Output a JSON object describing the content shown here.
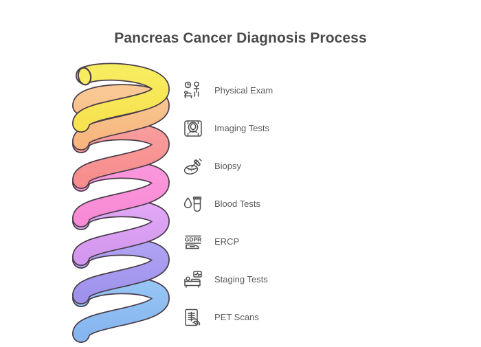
{
  "page": {
    "title": "Pancreas Cancer Diagnosis Process",
    "background_color": "#ffffff",
    "title_color": "#4a4a4a",
    "label_color": "#5a5a5a"
  },
  "spiral": {
    "name": "descending-coil-spiral",
    "turns": 7,
    "outline_color": "#4a3d4a",
    "colors": [
      "#F7EC5F",
      "#F9BE87",
      "#F79191",
      "#F98ED8",
      "#DB9EF2",
      "#A79BF0",
      "#8EBDF2"
    ]
  },
  "steps": [
    {
      "label": "Physical Exam",
      "icon": "doctor-patient-exam-icon"
    },
    {
      "label": "Imaging Tests",
      "icon": "ct-scanner-icon"
    },
    {
      "label": "Biopsy",
      "icon": "syringe-petri-dish-icon"
    },
    {
      "label": "Blood Tests",
      "icon": "blood-drop-test-tube-icon"
    },
    {
      "label": "ERCP",
      "icon": "gdpr-document-icon"
    },
    {
      "label": "Staging Tests",
      "icon": "hospital-bed-monitor-icon"
    },
    {
      "label": "PET Scans",
      "icon": "scan-sheet-hand-icon"
    }
  ],
  "icon_glyphs": {
    "gdpr_text": "GDPR"
  }
}
